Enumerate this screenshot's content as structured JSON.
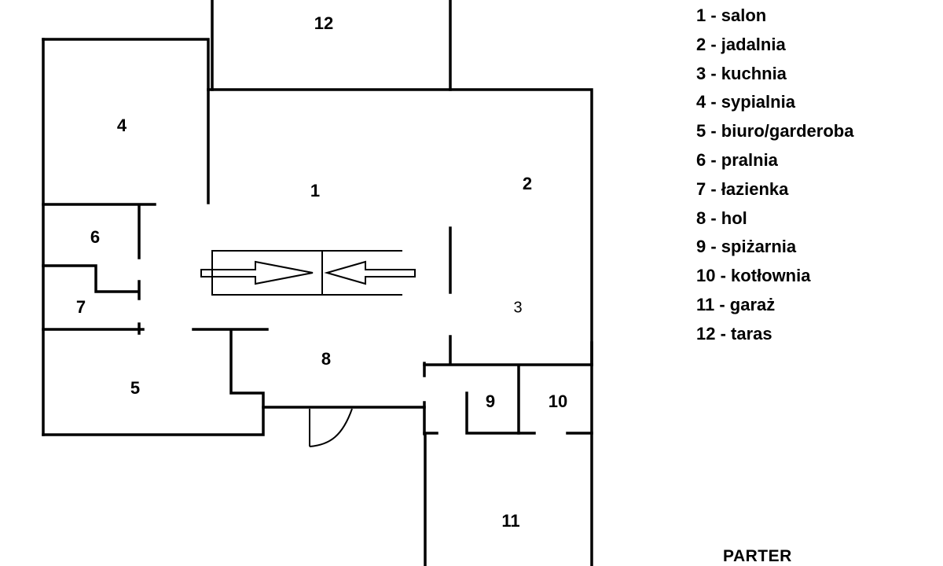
{
  "rooms": {
    "r1": "1",
    "r2": "2",
    "r3": "3",
    "r4": "4",
    "r5": "5",
    "r6": "6",
    "r7": "7",
    "r8": "8",
    "r9": "9",
    "r10": "10",
    "r11": "11",
    "r12": "12"
  },
  "legend": [
    "1 - salon",
    "2 - jadalnia",
    "3 - kuchnia",
    "4 - sypialnia",
    "5 - biuro/garderoba",
    "6 - pralnia",
    "7 - łazienka",
    "8 - hol",
    "9 - spiżarnia",
    "10 - kotłownia",
    "11 - garaż",
    "12 - taras"
  ],
  "floor_title": "PARTER"
}
